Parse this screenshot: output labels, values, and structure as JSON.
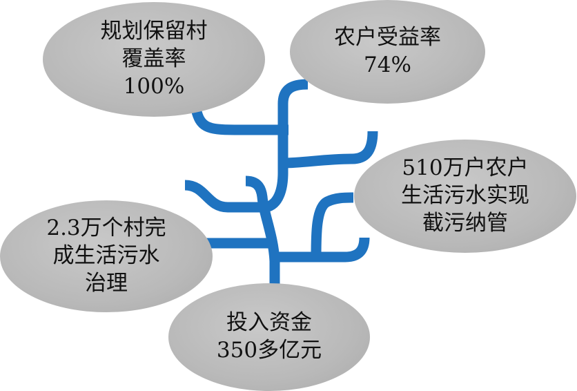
{
  "bubbles": [
    {
      "id": "planned-village-coverage",
      "lines": [
        "规划保留村",
        "覆盖率",
        "100%"
      ]
    },
    {
      "id": "farmer-benefit-rate",
      "lines": [
        "农户受益率",
        "74%"
      ]
    },
    {
      "id": "sewage-interception",
      "lines": [
        "510万户农户",
        "生活污水实现",
        "截污纳管"
      ]
    },
    {
      "id": "villages-treated",
      "lines": [
        "2.3万个村完",
        "成生活污水",
        "治理"
      ]
    },
    {
      "id": "investment",
      "lines": [
        "投入资金",
        "350多亿元"
      ]
    }
  ],
  "colors": {
    "bubble_fill": "#b9b9b9",
    "branch": "#1f73c0",
    "text": "#111111"
  }
}
